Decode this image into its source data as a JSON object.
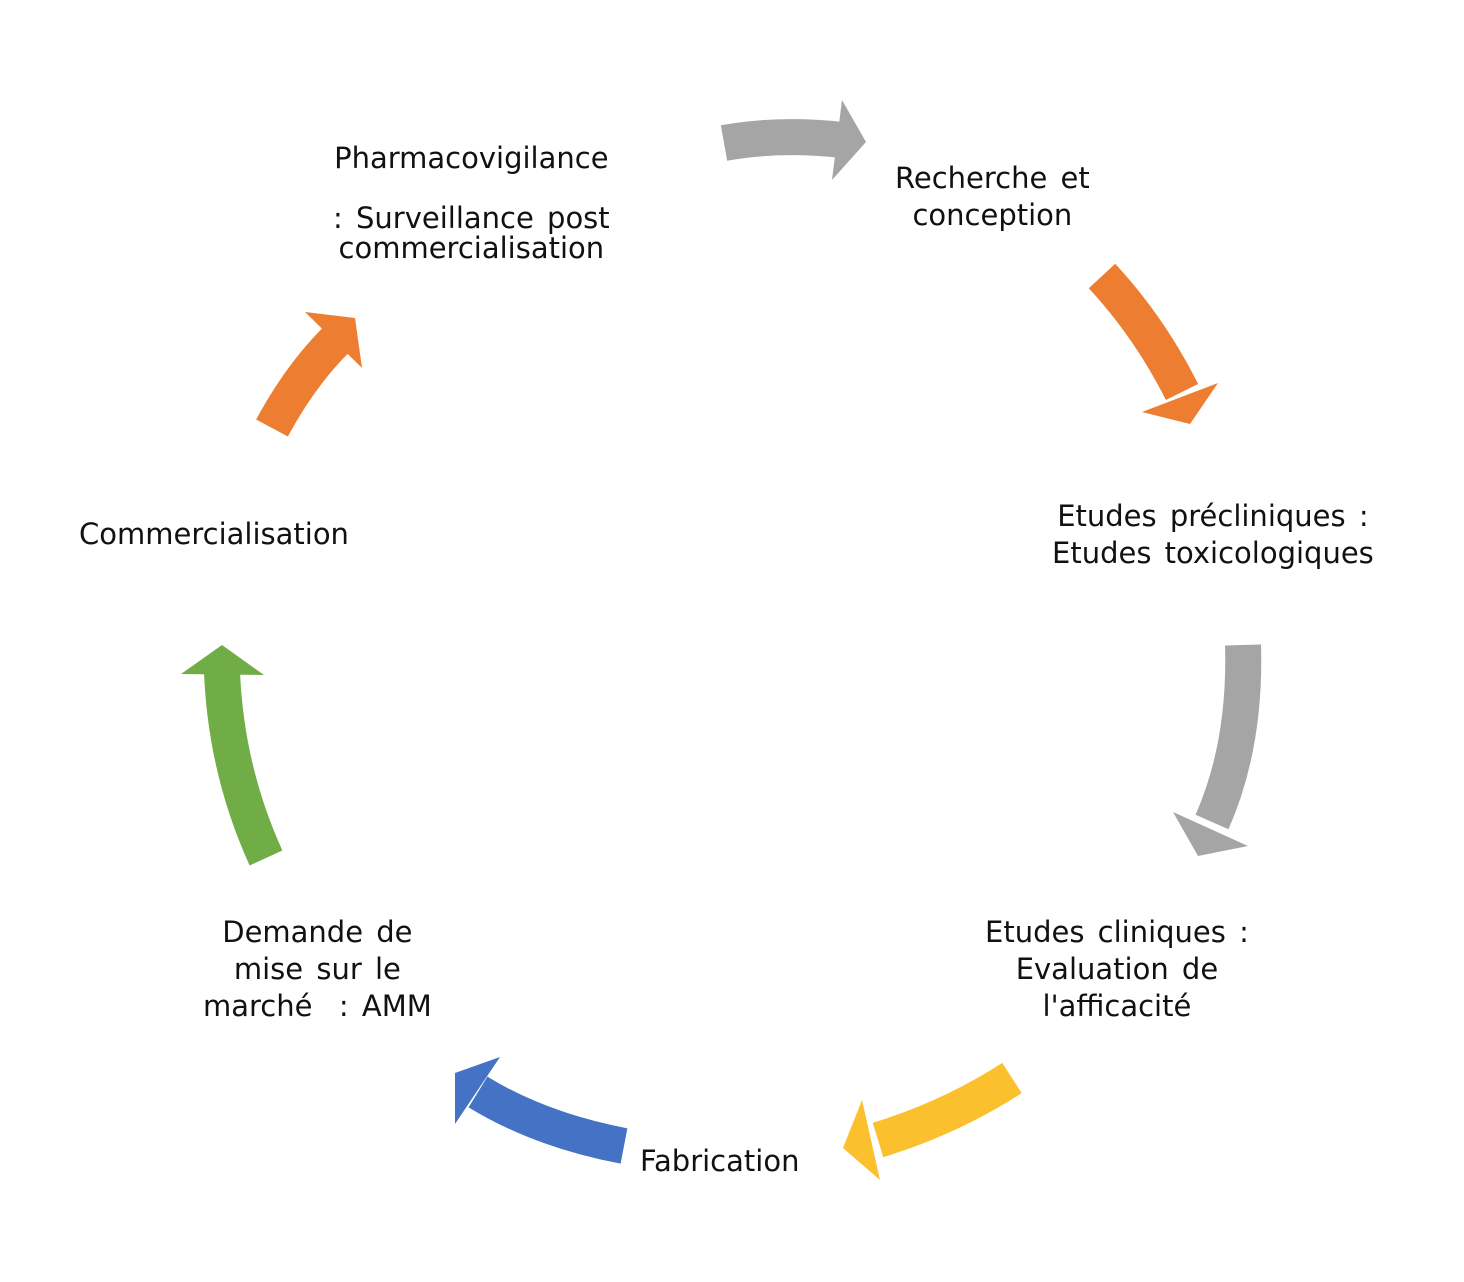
{
  "stages": [
    {
      "id": "recherche",
      "text": "Recherche et\nconception"
    },
    {
      "id": "precliniques",
      "text": "Etudes précliniques :\nEtudes toxicologiques"
    },
    {
      "id": "cliniques",
      "text": "Etudes cliniques :\nEvaluation de\nl'afficacité"
    },
    {
      "id": "fabrication",
      "text": "Fabrication"
    },
    {
      "id": "amm",
      "text": "Demande de\nmise sur le\nmarché  : AMM"
    },
    {
      "id": "commercialisation",
      "text": "Commercialisation"
    },
    {
      "id": "pharmacovigilance",
      "text": "Pharmacovigilance\n\n: Surveillance post\ncommercialisation"
    }
  ],
  "arrows": [
    {
      "from": "pharmacovigilance",
      "to": "recherche",
      "color": "#a5a5a5"
    },
    {
      "from": "recherche",
      "to": "precliniques",
      "color": "#ed7d31"
    },
    {
      "from": "precliniques",
      "to": "cliniques",
      "color": "#a5a5a5"
    },
    {
      "from": "cliniques",
      "to": "fabrication",
      "color": "#fbc02d"
    },
    {
      "from": "fabrication",
      "to": "amm",
      "color": "#4472c4"
    },
    {
      "from": "amm",
      "to": "commercialisation",
      "color": "#70ad47"
    },
    {
      "from": "commercialisation",
      "to": "pharmacovigilance",
      "color": "#ed7d31"
    }
  ]
}
